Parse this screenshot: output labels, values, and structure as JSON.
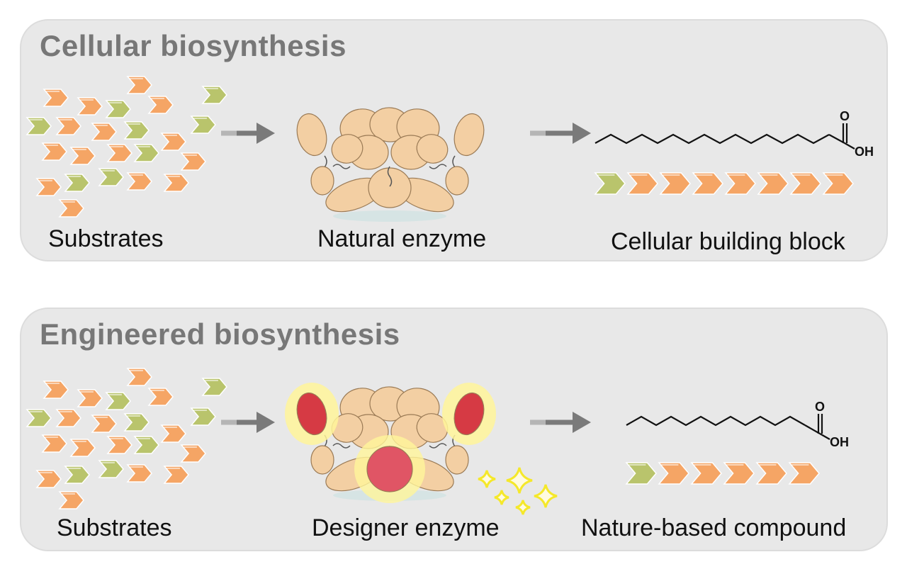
{
  "colors": {
    "panel_bg": "#e8e8e8",
    "title": "#777777",
    "substrate_orange": "#f5a565",
    "substrate_green": "#b9c46c",
    "arrow": "#7a7a7a",
    "enzyme_tan": "#f3cfa3",
    "designer_red": "#d63a44",
    "sparkle": "#f5e82a"
  },
  "icons": [
    "substrate-chevron-icon",
    "process-arrow-icon",
    "enzyme-icon",
    "fatty-acid-structure-icon",
    "sparkle-icon"
  ],
  "panels": [
    {
      "title": "Cellular biosynthesis",
      "substrates_label": "Substrates",
      "enzyme_label": "Natural enzyme",
      "product_label": "Cellular building block",
      "chain_length": 8,
      "chem_label_oxygen": "O",
      "chem_label_hydroxyl": "OH"
    },
    {
      "title": "Engineered biosynthesis",
      "substrates_label": "Substrates",
      "enzyme_label": "Designer enzyme",
      "product_label": "Nature-based compound",
      "chain_length": 6,
      "chem_label_oxygen": "O",
      "chem_label_hydroxyl": "OH"
    }
  ]
}
